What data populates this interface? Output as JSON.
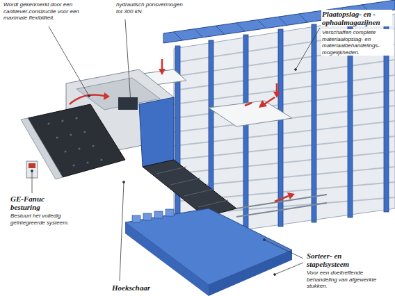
{
  "diagram": {
    "labels": [
      "Wordt gekenmerkt door een cantilever-constructie voor een maximale flexibiliteit.",
      "hydraulisch ponsvermogen tot 300 kN.",
      "Plaatopslag- en -ophaalmagazijnen",
      "Verschaffen complete materiaalopslag- en materiaalbehandelings- mogelijkheden.",
      "GE-Fanuc besturing",
      "Bestuurt het volledig geïntegreerde systeem.",
      "Hoekschaar",
      "Sorteer- en stapelsysteem",
      "Voor een doeltreffende behandeling van afgewerkte stukken."
    ]
  }
}
